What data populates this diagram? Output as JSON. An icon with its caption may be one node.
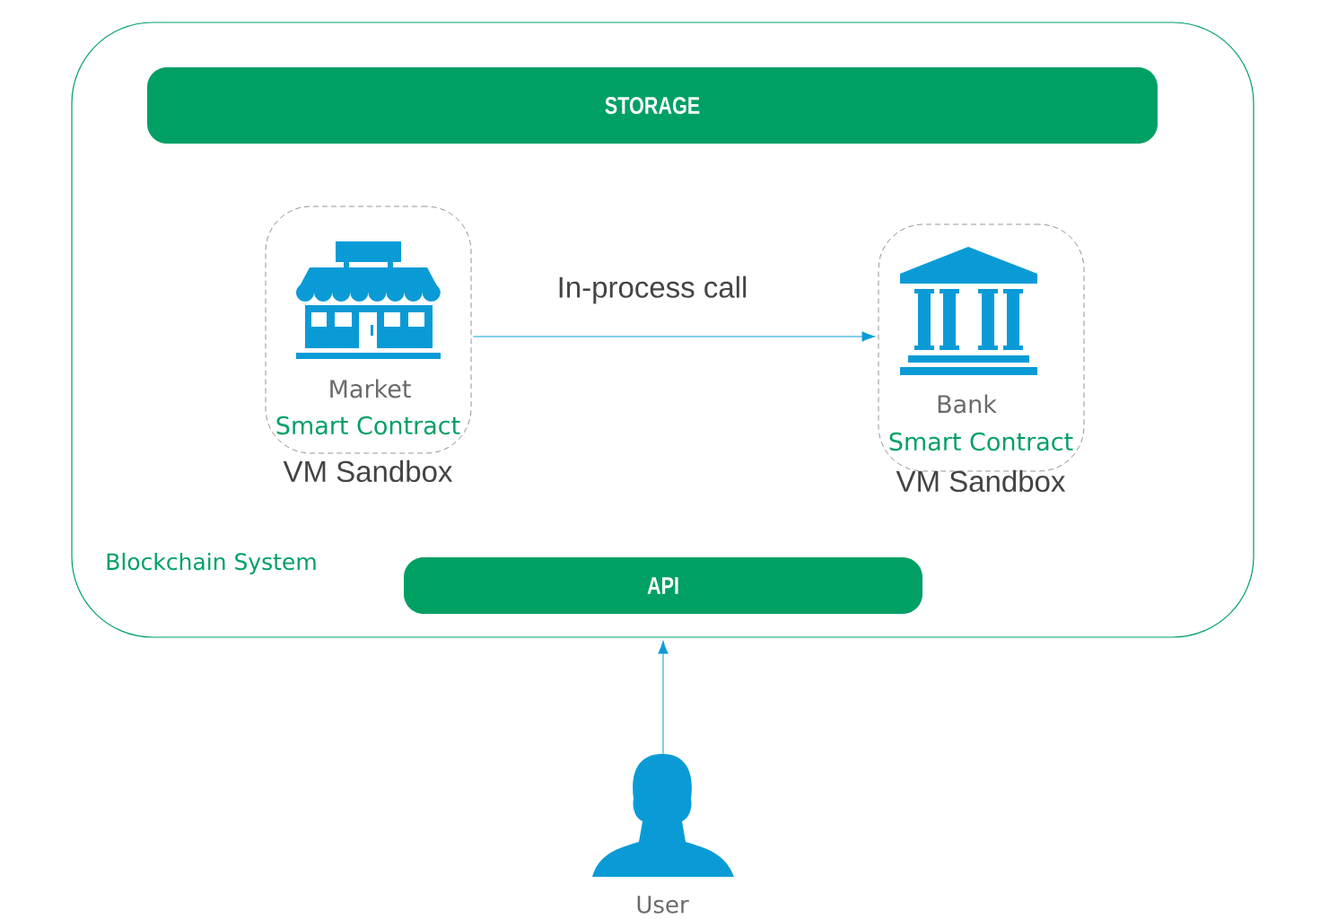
{
  "diagram": {
    "nodes": [
      {
        "text": [
          "Blockchain System"
        ]
      },
      {
        "text": [
          "STORAGE"
        ],
        "in": 0
      },
      {
        "text": [
          "Market",
          "Smart Contract"
        ],
        "beside": [
          "VM Sandbox"
        ],
        "in": 0
      },
      {
        "text": [
          "Bank",
          "Smart Contract"
        ],
        "beside": [
          "VM Sandbox"
        ],
        "in": 0
      },
      {
        "text": [
          "API"
        ],
        "in": 0
      },
      {
        "text": [
          "User"
        ]
      }
    ],
    "edges": [
      {
        "from": 2,
        "to": 3,
        "arrow": "to",
        "label": "In-process call"
      },
      {
        "from": 5,
        "to": 0,
        "arrow": "to"
      }
    ]
  }
}
